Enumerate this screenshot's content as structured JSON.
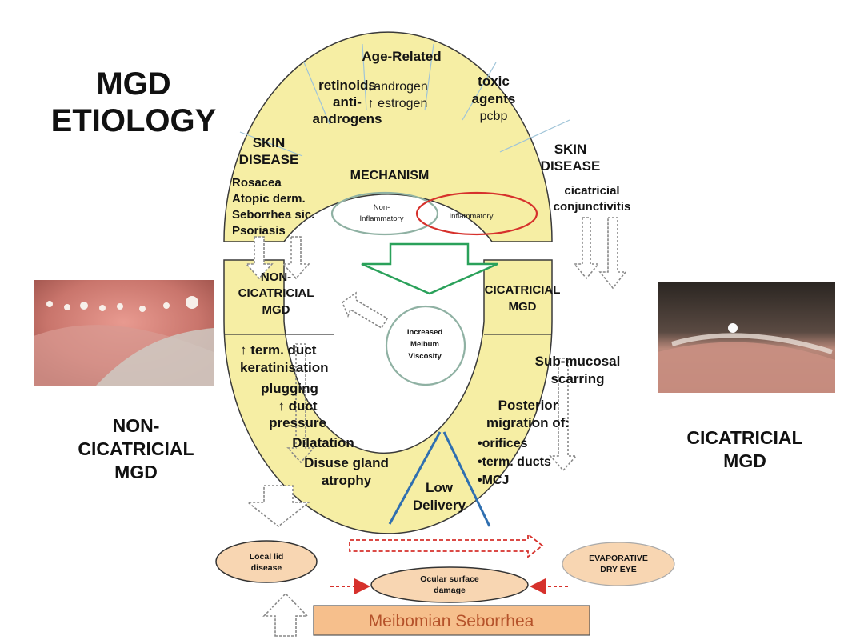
{
  "title": {
    "line1": "MGD",
    "line2": "ETIOLOGY"
  },
  "outer_ring": {
    "top_center": {
      "heading": "Age-Related",
      "line1": "↓androgen",
      "line2": "↑ estrogen"
    },
    "top_left": {
      "line1": "retinoids",
      "line2": "anti-",
      "line3": "androgens"
    },
    "top_right": {
      "line1": "toxic",
      "line2": "agents",
      "line3": "pcbp"
    },
    "skin_left": {
      "line1": "SKIN",
      "line2": "DISEASE",
      "items": [
        "Rosacea",
        "Atopic derm.",
        "Seborrhea sic.",
        "Psoriasis"
      ]
    },
    "skin_right": {
      "line1": "SKIN",
      "line2": "DISEASE",
      "items": [
        "cicatricial",
        "conjunctivitis"
      ]
    }
  },
  "mechanism": {
    "heading": "MECHANISM",
    "non_inflammatory": {
      "line1": "Non-",
      "line2": "Inflammatory"
    },
    "inflammatory": "Inflammatory",
    "center": {
      "line1": "Increased",
      "line2": "Meibum",
      "line3": "Viscosity"
    }
  },
  "left_panel": {
    "heading": {
      "line1": "NON-",
      "line2": "CICATRICIAL",
      "line3": "MGD"
    },
    "steps": [
      "↑ term. duct",
      "keratinisation",
      "plugging",
      "↑ duct",
      "pressure",
      "Dilatation",
      "Disuse gland",
      "atrophy"
    ]
  },
  "right_panel": {
    "heading": {
      "line1": "CICATRICIAL",
      "line2": "MGD"
    },
    "steps": [
      "Sub-mucosal",
      "scarring",
      "Posterior",
      "migration of:",
      "•orifices",
      "•term. ducts",
      "•MCJ"
    ]
  },
  "bottom_center": {
    "line1": "Low",
    "line2": "Delivery"
  },
  "side_labels": {
    "left": {
      "line1": "NON-",
      "line2": "CICATRICIAL",
      "line3": "MGD"
    },
    "right": {
      "line1": "CICATRICIAL",
      "line2": "MGD"
    }
  },
  "bottom_flow": {
    "local_lid": {
      "line1": "Local lid",
      "line2": "disease"
    },
    "ocular_surface": {
      "line1": "Ocular surface",
      "line2": "damage"
    },
    "evaporative": {
      "line1": "EVAPORATIVE",
      "line2": "DRY EYE"
    },
    "meibomian": "Meibomian Seborrhea"
  },
  "colors": {
    "ring_fill": "#f6eea4",
    "ring_stroke": "#3a3a3a",
    "divider": "#2f6fb0",
    "green_arrow": "#2aa15a",
    "red_arrow": "#d6312c",
    "oval_fill": "#f8d6b2",
    "banner_fill": "#f6bf8c",
    "banner_text": "#b5522a"
  },
  "icons": [
    "hollow-arrow-icon",
    "dashed-arrow-icon"
  ]
}
